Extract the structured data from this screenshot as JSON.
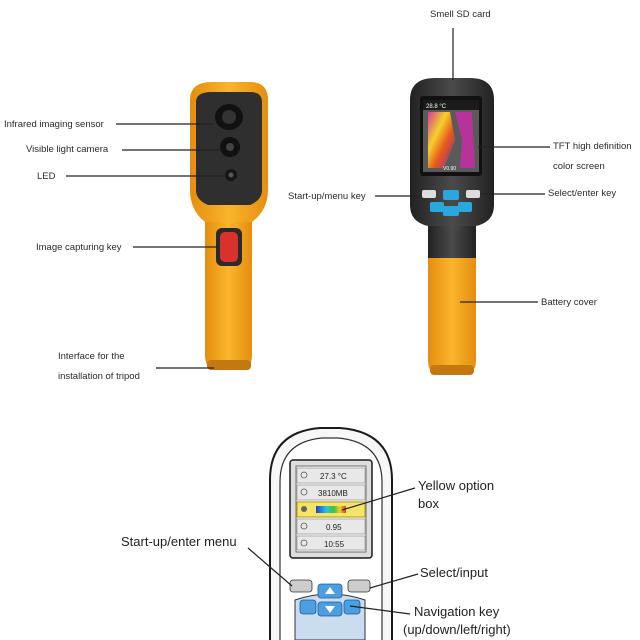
{
  "labels": {
    "infrared": "Infrared imaging sensor",
    "visible": "Visible light camera",
    "led": "LED",
    "capture": "Image capturing key",
    "tripod_1": "Interface for the",
    "tripod_2": "installation of tripod",
    "sd": "Smell SD card",
    "tft_1": "TFT high definition",
    "tft_2": "color screen",
    "startup": "Start-up/menu key",
    "select": "Select/enter key",
    "battery": "Battery cover",
    "yellow_1": "Yellow option",
    "yellow_2": "box",
    "startup_enter": "Start-up/enter menu",
    "select_input": "Select/input",
    "nav_1": "Navigation key",
    "nav_2": "(up/down/left/right)"
  },
  "screen": {
    "temp": "28.8 °C",
    "bottom": "V0.90",
    "menu": [
      "27.3 °C",
      "3810MB",
      "",
      "0.95",
      "10:55"
    ]
  },
  "colors": {
    "body": "#f5a623",
    "dark": "#3a3a3a",
    "accent": "#29a8e0",
    "capture": "#d9312b"
  }
}
